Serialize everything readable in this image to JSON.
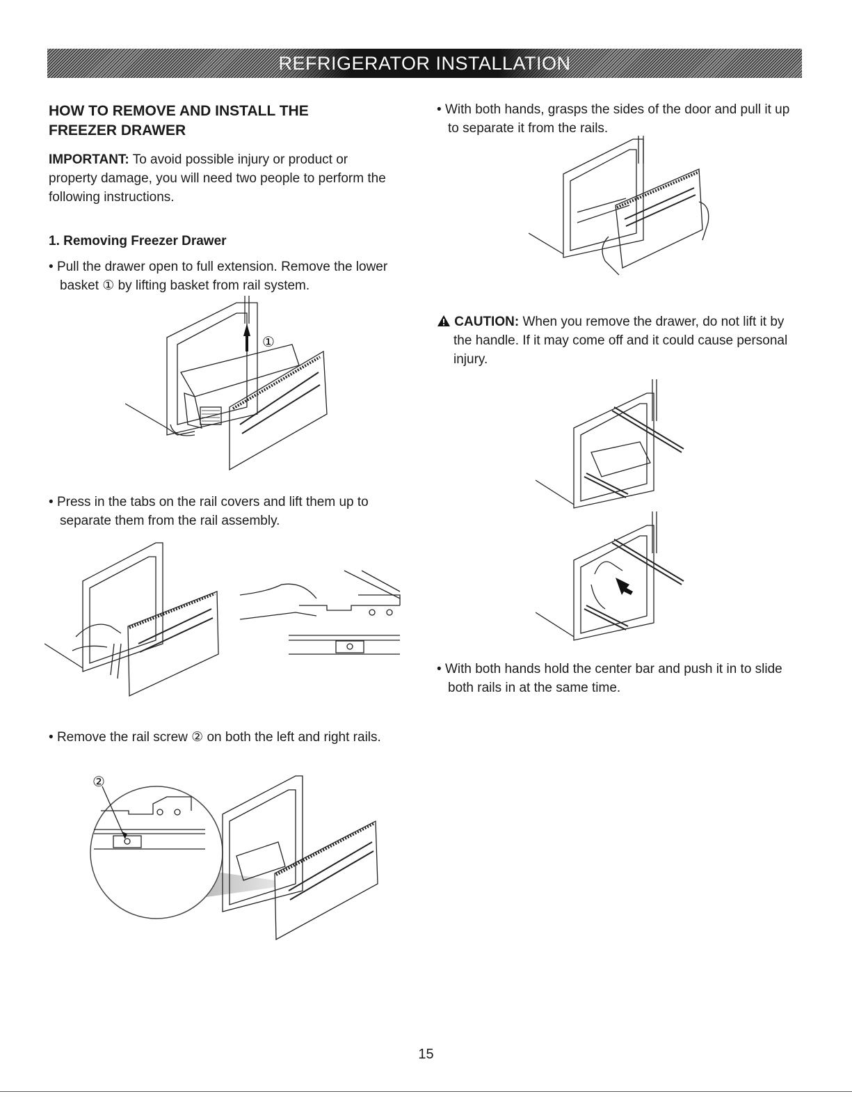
{
  "header": {
    "title": "REFRIGERATOR INSTALLATION"
  },
  "section": {
    "heading_line1": "HOW TO REMOVE AND INSTALL THE",
    "heading_line2": "FREEZER DRAWER",
    "important_label": "IMPORTANT:",
    "important_text": "To avoid possible injury or product or property damage, you will need two people to perform the following instructions."
  },
  "step1": {
    "title": "1. Removing Freezer Drawer",
    "bullet1": "Pull the drawer open to full extension. Remove the lower basket ① by lifting basket from rail system.",
    "bullet2": "Press in the tabs on the rail covers and lift them up to separate them from the rail assembly.",
    "bullet3": "Remove the rail screw ② on both the left and right rails."
  },
  "right_col": {
    "bullet1": "With both hands, grasps the sides of the door and pull it up to separate it from the rails.",
    "caution_label": "CAUTION:",
    "caution_text": "When you remove the drawer, do not lift it by the handle. If it may come off and it could cause personal injury.",
    "bullet2": "With both hands hold the center bar and push it in to slide both rails in at the same time."
  },
  "callouts": {
    "one": "①",
    "two": "②"
  },
  "icons": {
    "warning": "warning-triangle-icon"
  },
  "page_number": "15"
}
